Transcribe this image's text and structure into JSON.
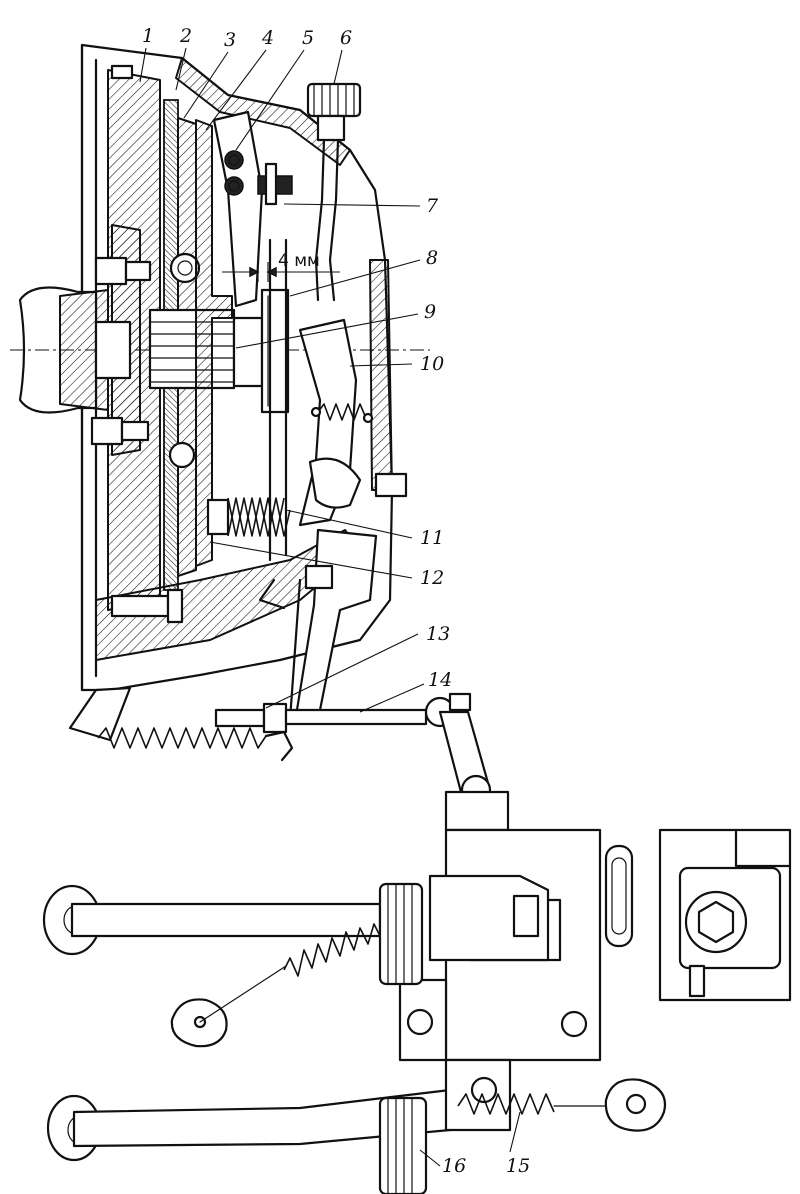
{
  "figure": {
    "callouts": [
      "1",
      "2",
      "3",
      "4",
      "5",
      "6",
      "7",
      "8",
      "9",
      "10",
      "11",
      "12",
      "13",
      "14",
      "15",
      "16"
    ],
    "dimension_label": "4 мм"
  }
}
